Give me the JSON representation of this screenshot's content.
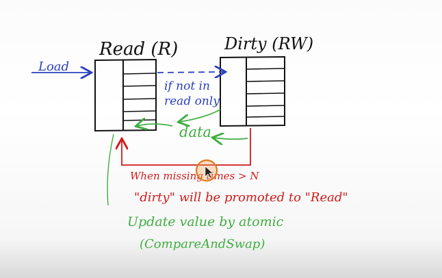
{
  "diagram": {
    "read_title": "Read (R)",
    "dirty_title": "Dirty (RW)",
    "load_label": "Load",
    "miss_note_line1": "if not in",
    "miss_note_line2": "read only",
    "data_label": "data",
    "promotion_line1": "When missing times > N",
    "promotion_line2": "\"dirty\" will be promoted to \"Read\"",
    "update_line1": "Update value by atomic",
    "update_line2": "(CompareAndSwap)"
  },
  "colors": {
    "ink": "#111111",
    "blue": "#2a3fbf",
    "green": "#3fae3f",
    "red": "#d01a1a",
    "cursor": "#e07a1e"
  }
}
